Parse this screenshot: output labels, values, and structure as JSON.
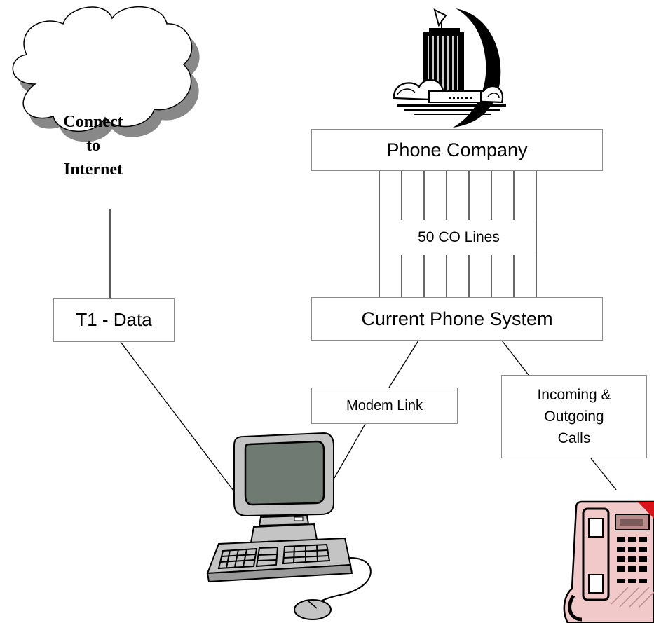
{
  "nodes": {
    "internet": "Connect\nto\nInternet",
    "t1": "T1 - Data",
    "phone_company": "Phone Company",
    "co_lines": "50 CO Lines",
    "phone_system": "Current Phone System",
    "modem_link": "Modem Link",
    "calls": "Incoming &\nOutgoing\nCalls"
  },
  "icons": {
    "building": "phone-company-building-icon",
    "computer": "computer-icon",
    "telephone": "office-telephone-icon"
  },
  "colors": {
    "line": "#000000",
    "box_border": "#8a8a8a",
    "monitor": "#c4c4c4",
    "screen": "#6f7a72",
    "phone_body": "#f2c9c9",
    "phone_accent": "#d8131a"
  }
}
